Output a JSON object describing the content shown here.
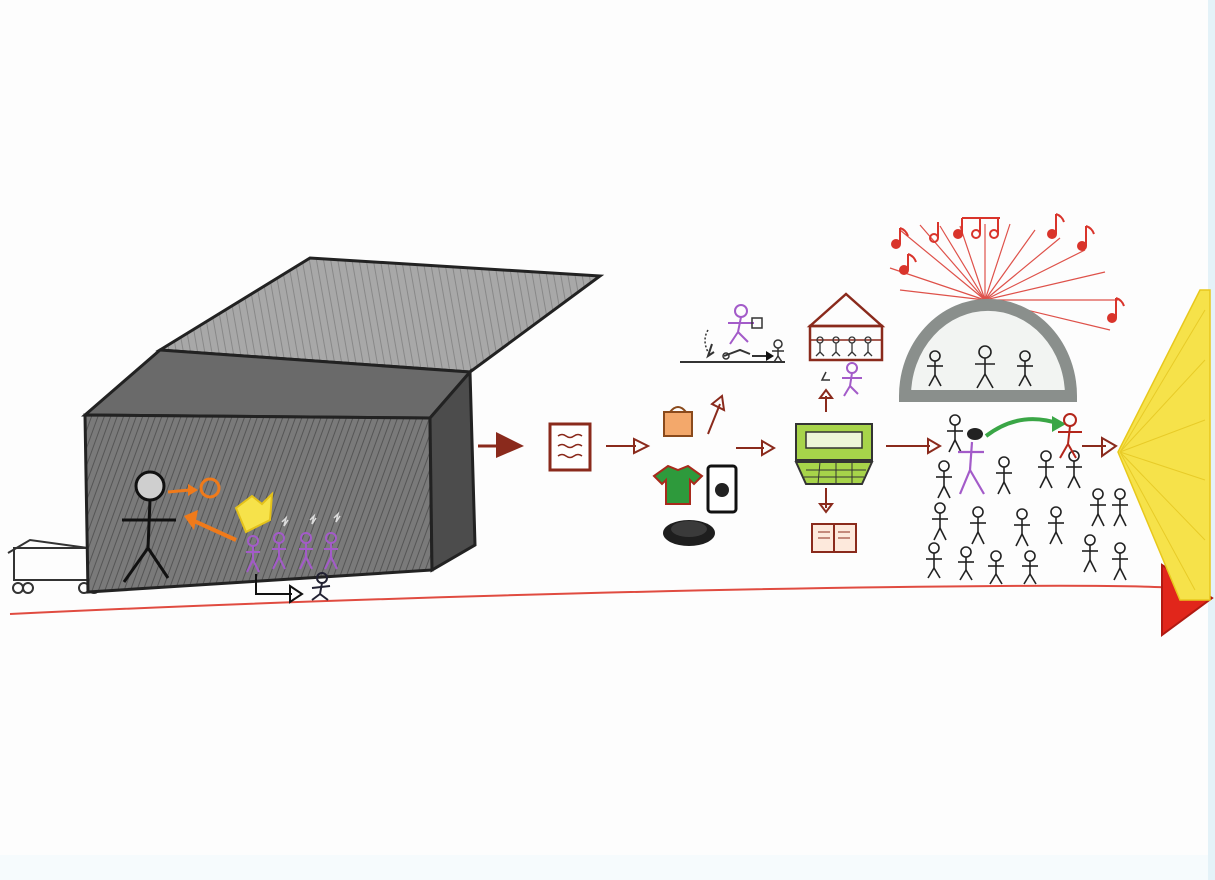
{
  "drawing": {
    "kind": "hand-drawn pencil illustration",
    "colors": {
      "box_dark": "#3b3b3b",
      "box_face": "#6f6f6f",
      "box_top": "#9a9a9a",
      "arrow_brown": "#8a2a1c",
      "timeline_red": "#e04b40",
      "people_purple": "#a35bc9",
      "orange": "#f07a1a",
      "yellow": "#f6e24a",
      "green_screen": "#a7d44a",
      "music_red": "#d9342b",
      "dome_gray": "#8a8f8c"
    },
    "scenes": [
      "grey-box-with-stick-figures",
      "document",
      "bag-and-clothing",
      "computer-and-book",
      "concert-crowd",
      "yellow-light-cone"
    ]
  }
}
